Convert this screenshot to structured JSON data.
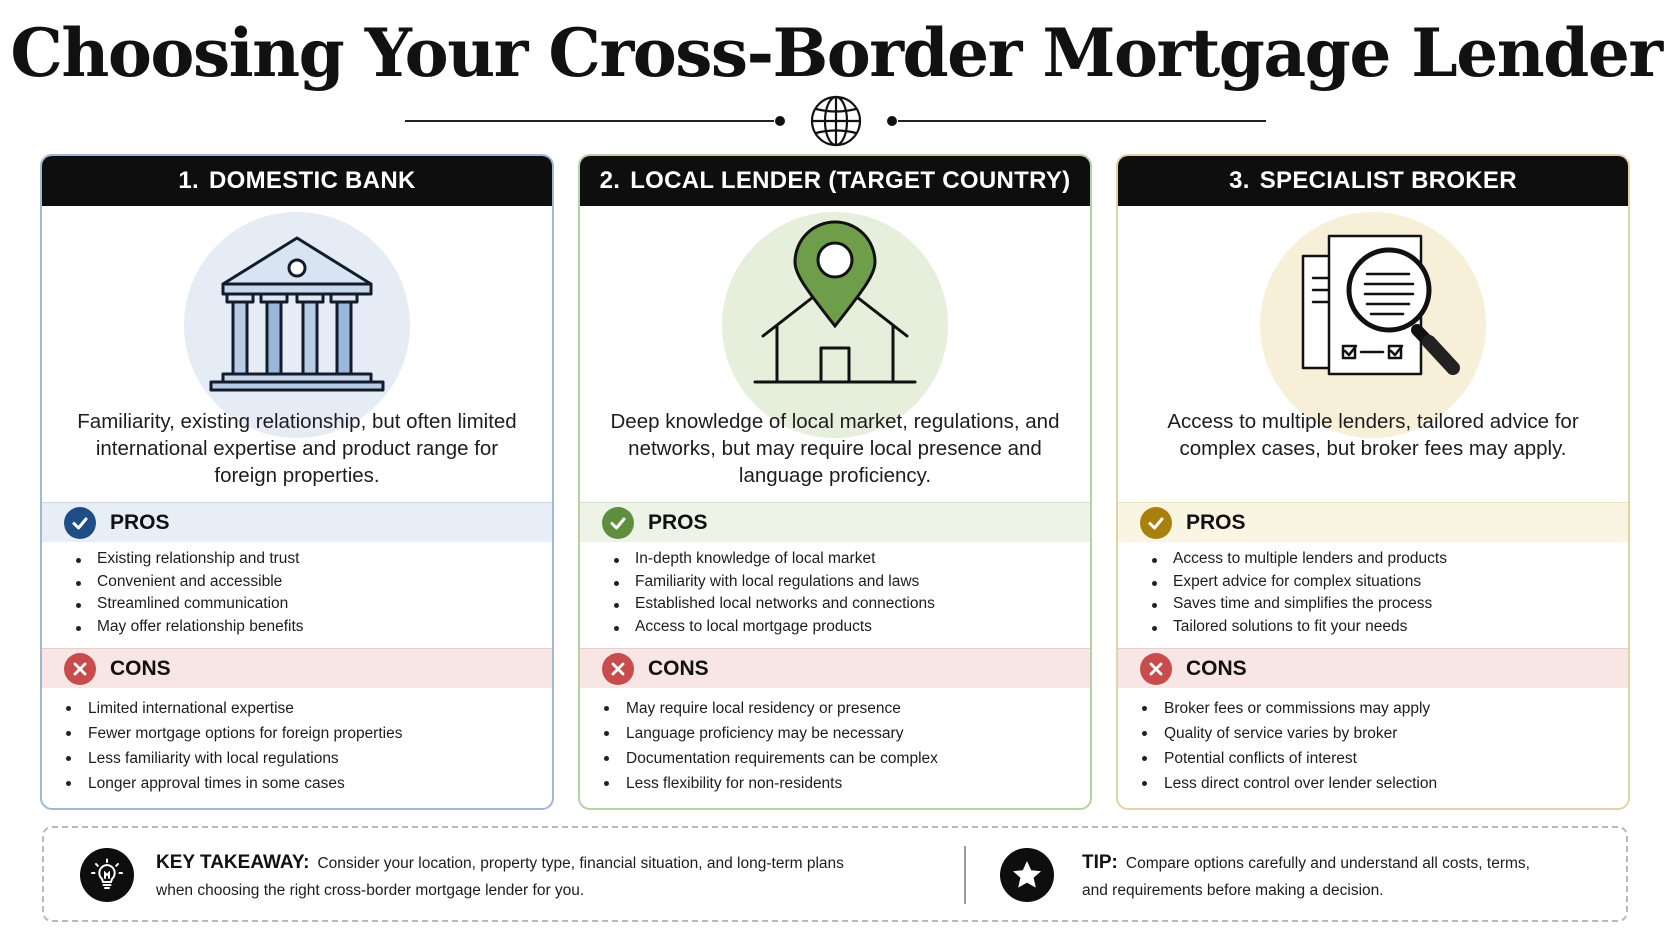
{
  "title": "Choosing Your Cross-Border Mortgage Lender",
  "colors": {
    "domestic_accent": "#1f4e87",
    "local_accent": "#5f8f3e",
    "broker_accent": "#a7800e",
    "cons_accent": "#c94c4c",
    "header_bg": "#0e0e0e"
  },
  "cards": [
    {
      "number": "1.",
      "heading": "DOMESTIC BANK",
      "icon": "bank-building-icon",
      "description": "Familiarity, existing relationship, but often limited international expertise and product range for foreign properties.",
      "pros_label": "PROS",
      "pros": [
        "Existing relationship and trust",
        "Convenient and accessible",
        "Streamlined communication",
        "May offer relationship benefits"
      ],
      "cons_label": "CONS",
      "cons": [
        "Limited international expertise",
        "Fewer mortgage options for foreign properties",
        "Less familiarity with local regulations",
        "Longer approval times in some cases"
      ]
    },
    {
      "number": "2.",
      "heading": "LOCAL LENDER (TARGET COUNTRY)",
      "icon": "house-location-pin-icon",
      "description": "Deep knowledge of local market, regulations, and networks, but may require local presence and language proficiency.",
      "pros_label": "PROS",
      "pros": [
        "In-depth knowledge of local market",
        "Familiarity with local regulations and laws",
        "Established local networks and connections",
        "Access to local mortgage products"
      ],
      "cons_label": "CONS",
      "cons": [
        "May require local residency or presence",
        "Language proficiency may be necessary",
        "Documentation requirements can be complex",
        "Less flexibility for non-residents"
      ]
    },
    {
      "number": "3.",
      "heading": "SPECIALIST BROKER",
      "icon": "documents-magnifier-icon",
      "description": "Access to multiple lenders, tailored advice for complex cases, but broker fees may apply.",
      "pros_label": "PROS",
      "pros": [
        "Access to multiple lenders and products",
        "Expert advice for complex situations",
        "Saves time and simplifies the process",
        "Tailored solutions to fit your needs"
      ],
      "cons_label": "CONS",
      "cons": [
        "Broker fees or commissions may apply",
        "Quality of service varies by broker",
        "Potential conflicts of interest",
        "Less direct control over lender selection"
      ]
    }
  ],
  "takeaway": {
    "icon": "lightbulb-icon",
    "label": "KEY TAKEAWAY:",
    "line1": "Consider your location, property type, financial situation, and long-term plans",
    "line2": "when choosing the right cross-border mortgage lender for you."
  },
  "tip": {
    "icon": "star-icon",
    "label": "TIP:",
    "line1": "Compare options carefully and understand all costs, terms,",
    "line2": "and requirements before making a decision."
  }
}
